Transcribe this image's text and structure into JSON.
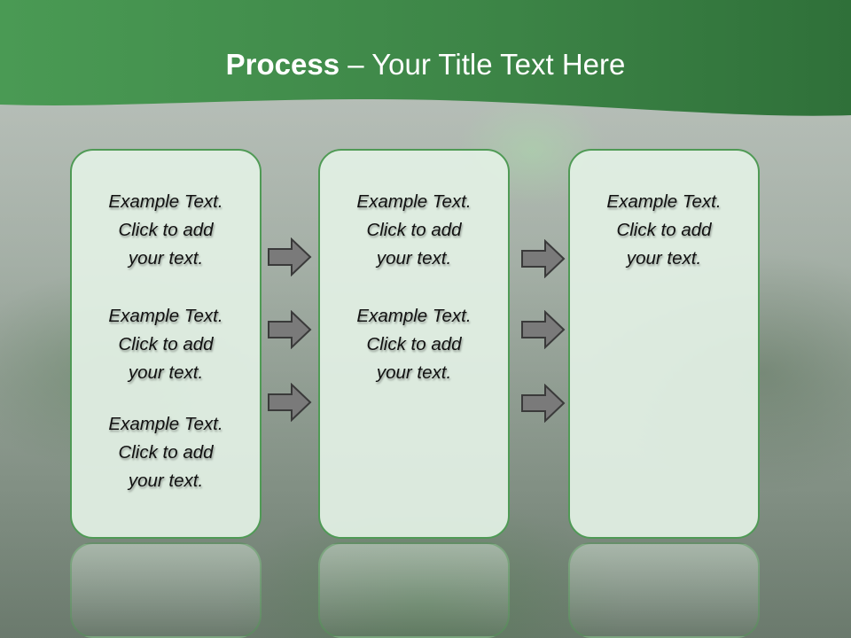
{
  "header": {
    "title_bold": "Process",
    "title_rest": " – Your Title Text Here"
  },
  "columns": [
    {
      "items": [
        {
          "line1": "Example Text.",
          "line2": "Click  to add",
          "line3": "your text."
        },
        {
          "line1": "Example Text.",
          "line2": "Click  to add",
          "line3": "your text."
        },
        {
          "line1": "Example Text.",
          "line2": "Click  to add",
          "line3": "your text."
        }
      ]
    },
    {
      "items": [
        {
          "line1": "Example Text.",
          "line2": "Click  to add",
          "line3": "your text."
        },
        {
          "line1": "Example Text.",
          "line2": "Click  to add",
          "line3": "your text."
        }
      ]
    },
    {
      "items": [
        {
          "line1": "Example Text.",
          "line2": "Click  to add",
          "line3": "your text."
        }
      ]
    }
  ],
  "colors": {
    "header_green": "#3f8a4a",
    "box_border": "#4f9a55",
    "box_fill": "#e2f0e4",
    "arrow_fill": "#7a7a7a"
  },
  "icons": [
    "arrow-right-icon"
  ]
}
